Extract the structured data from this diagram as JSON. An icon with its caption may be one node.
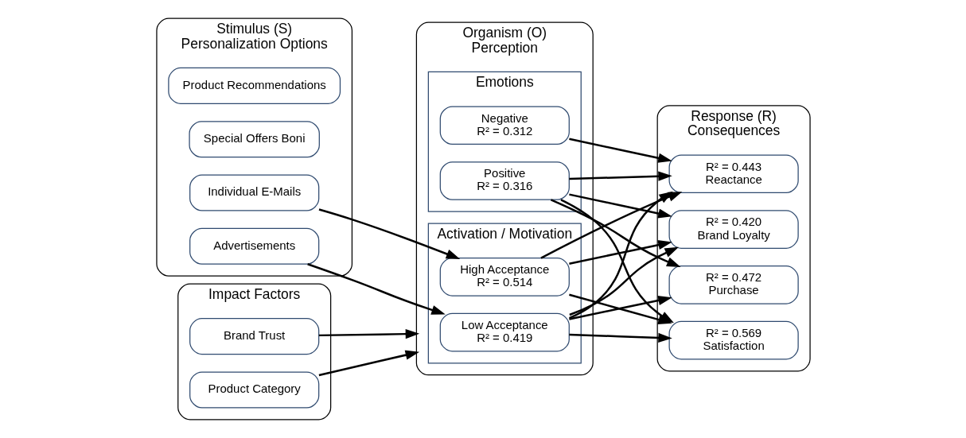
{
  "diagram": {
    "nodes": [
      {
        "text": [
          "Stimulus (S)",
          "Personalization Options"
        ]
      },
      {
        "text": [
          "Product Recommendations"
        ],
        "in": 0
      },
      {
        "text": [
          "Special Offers Boni"
        ],
        "in": 0
      },
      {
        "text": [
          "Individual E-Mails"
        ],
        "in": 0
      },
      {
        "text": [
          "Advertisements"
        ],
        "in": 0
      },
      {
        "text": [
          "Organism (O)",
          "Perception"
        ]
      },
      {
        "text": [
          "Emotions"
        ],
        "in": 5
      },
      {
        "text": [
          "Positive",
          "R² = 0.316"
        ],
        "in": 6
      },
      {
        "text": [
          "Negative",
          "R² = 0.312"
        ],
        "in": 6
      },
      {
        "text": [
          "Activation / Motivation"
        ],
        "in": 5
      },
      {
        "text": [
          "High Acceptance",
          "R² = 0.514"
        ],
        "in": 9
      },
      {
        "text": [
          "Low Acceptance",
          "R² = 0.419"
        ],
        "in": 9
      },
      {
        "text": [
          "Impact Factors"
        ]
      },
      {
        "text": [
          "Brand Trust"
        ],
        "in": 12
      },
      {
        "text": [
          "Product Category"
        ],
        "in": 12
      },
      {
        "text": [
          "Response (R)",
          "Consequences"
        ]
      },
      {
        "text": [
          "R² = 0.472",
          "Purchase"
        ],
        "in": 15
      },
      {
        "text": [
          "R² = 0.443",
          "Reactance"
        ],
        "in": 15
      },
      {
        "text": [
          "R² = 0.569",
          "Satisfaction"
        ],
        "in": 15
      },
      {
        "text": [
          "R² = 0.420",
          "Brand Loyalty"
        ],
        "in": 15
      }
    ],
    "edges": [
      {
        "from": 3,
        "to": 10,
        "arrow": "to"
      },
      {
        "from": 4,
        "to": 11,
        "arrow": "to"
      },
      {
        "from": 13,
        "to": 5,
        "arrow": "to"
      },
      {
        "from": 14,
        "to": 5,
        "arrow": "to"
      },
      {
        "from": 7,
        "to": 16,
        "arrow": "to"
      },
      {
        "from": 7,
        "to": 17,
        "arrow": "to"
      },
      {
        "from": 7,
        "to": 18,
        "arrow": "to"
      },
      {
        "from": 7,
        "to": 19,
        "arrow": "to"
      },
      {
        "from": 8,
        "to": 17,
        "arrow": "to"
      },
      {
        "from": 10,
        "to": 17,
        "arrow": "to"
      },
      {
        "from": 10,
        "to": 18,
        "arrow": "to"
      },
      {
        "from": 10,
        "to": 19,
        "arrow": "to"
      },
      {
        "from": 11,
        "to": 16,
        "arrow": "to"
      },
      {
        "from": 11,
        "to": 17,
        "arrow": "to"
      },
      {
        "from": 11,
        "to": 18,
        "arrow": "to"
      },
      {
        "from": 11,
        "to": 19,
        "arrow": "to"
      }
    ]
  }
}
